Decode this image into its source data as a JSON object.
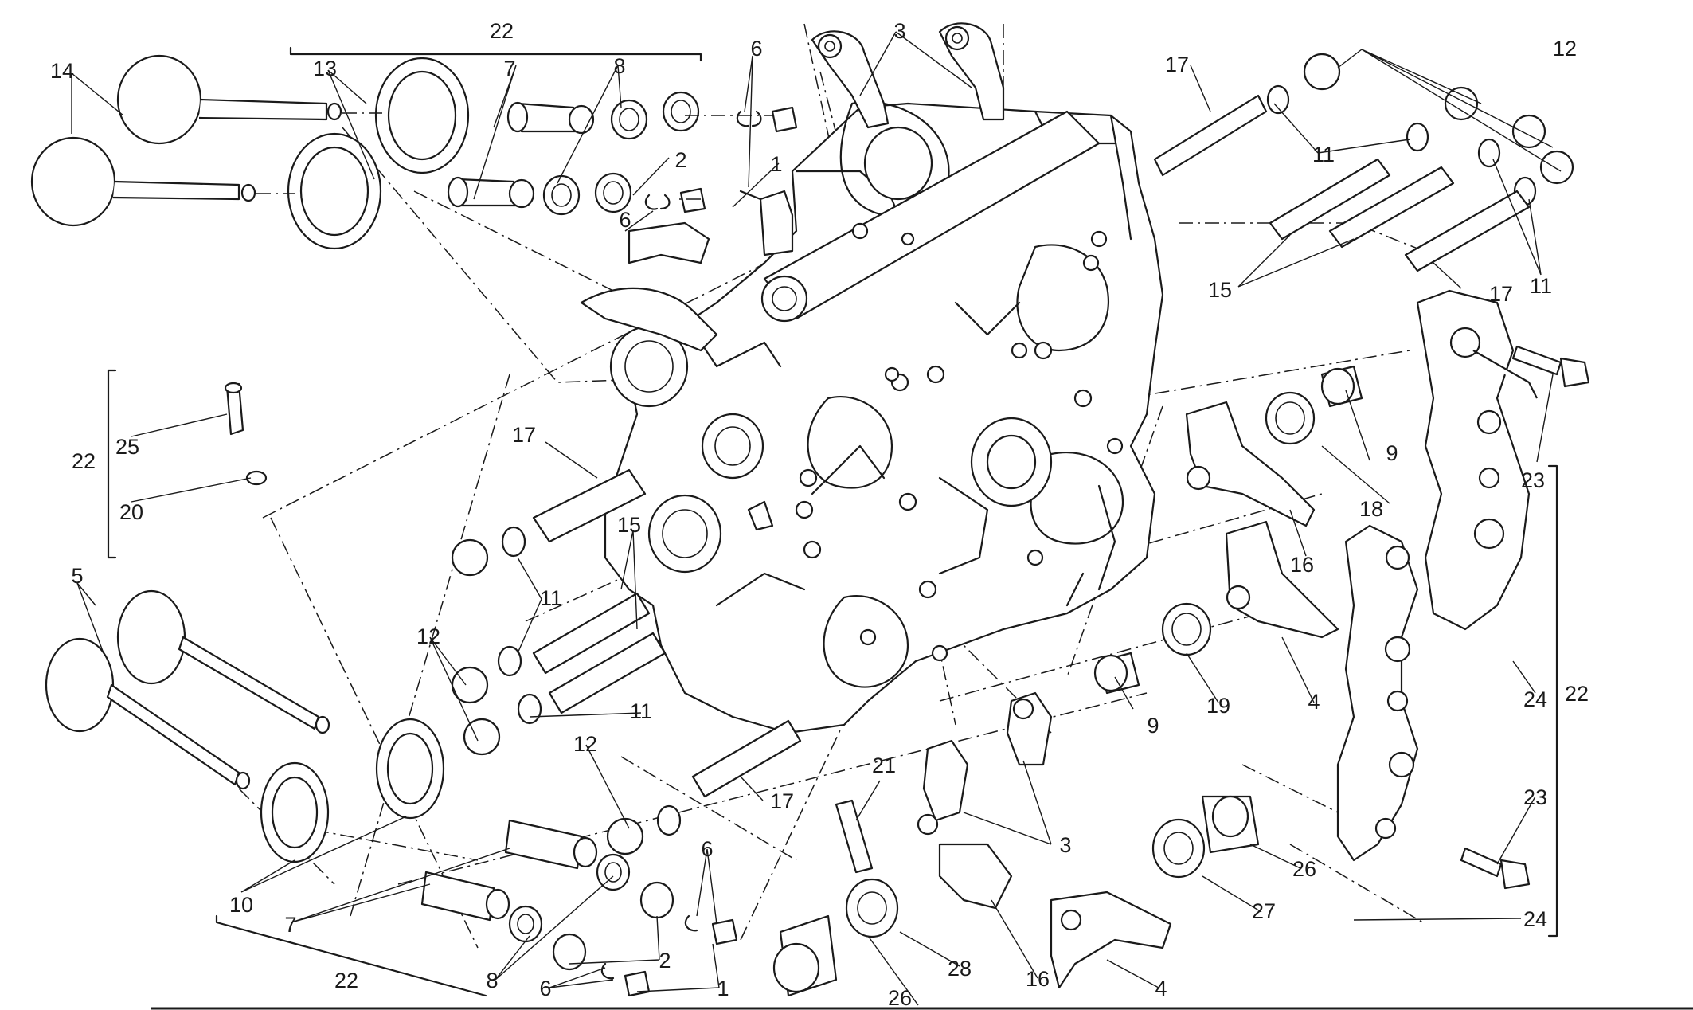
{
  "diagram": {
    "callouts": [
      {
        "id": "c22a",
        "text": "22"
      },
      {
        "id": "c14",
        "text": "14"
      },
      {
        "id": "c13",
        "text": "13"
      },
      {
        "id": "c7a",
        "text": "7"
      },
      {
        "id": "c8a",
        "text": "8"
      },
      {
        "id": "c6a",
        "text": "6"
      },
      {
        "id": "c2a",
        "text": "2"
      },
      {
        "id": "c1a",
        "text": "1"
      },
      {
        "id": "c6b",
        "text": "6"
      },
      {
        "id": "c3a",
        "text": "3"
      },
      {
        "id": "c17a",
        "text": "17"
      },
      {
        "id": "c12a",
        "text": "12"
      },
      {
        "id": "c11a",
        "text": "11"
      },
      {
        "id": "c15a",
        "text": "15"
      },
      {
        "id": "c17b",
        "text": "17"
      },
      {
        "id": "c11b",
        "text": "11"
      },
      {
        "id": "c22b",
        "text": "22"
      },
      {
        "id": "c25",
        "text": "25"
      },
      {
        "id": "c20",
        "text": "20"
      },
      {
        "id": "c17c",
        "text": "17"
      },
      {
        "id": "c15b",
        "text": "15"
      },
      {
        "id": "c9a",
        "text": "9"
      },
      {
        "id": "c18",
        "text": "18"
      },
      {
        "id": "c23a",
        "text": "23"
      },
      {
        "id": "c16a",
        "text": "16"
      },
      {
        "id": "c5",
        "text": "5"
      },
      {
        "id": "c11c",
        "text": "11"
      },
      {
        "id": "c12b",
        "text": "12"
      },
      {
        "id": "c11d",
        "text": "11"
      },
      {
        "id": "c12c",
        "text": "12"
      },
      {
        "id": "c17d",
        "text": "17"
      },
      {
        "id": "c9b",
        "text": "9"
      },
      {
        "id": "c19",
        "text": "19"
      },
      {
        "id": "c4a",
        "text": "4"
      },
      {
        "id": "c24a",
        "text": "24"
      },
      {
        "id": "c22c",
        "text": "22"
      },
      {
        "id": "c21",
        "text": "21"
      },
      {
        "id": "c3b",
        "text": "3"
      },
      {
        "id": "c23b",
        "text": "23"
      },
      {
        "id": "c26a",
        "text": "26"
      },
      {
        "id": "c27",
        "text": "27"
      },
      {
        "id": "c24b",
        "text": "24"
      },
      {
        "id": "c10",
        "text": "10"
      },
      {
        "id": "c7b",
        "text": "7"
      },
      {
        "id": "c6c",
        "text": "6"
      },
      {
        "id": "c2b",
        "text": "2"
      },
      {
        "id": "c8b",
        "text": "8"
      },
      {
        "id": "c6d",
        "text": "6"
      },
      {
        "id": "c1b",
        "text": "1"
      },
      {
        "id": "c22d",
        "text": "22"
      },
      {
        "id": "c28",
        "text": "28"
      },
      {
        "id": "c16b",
        "text": "16"
      },
      {
        "id": "c4b",
        "text": "4"
      },
      {
        "id": "c26b",
        "text": "26"
      }
    ]
  }
}
